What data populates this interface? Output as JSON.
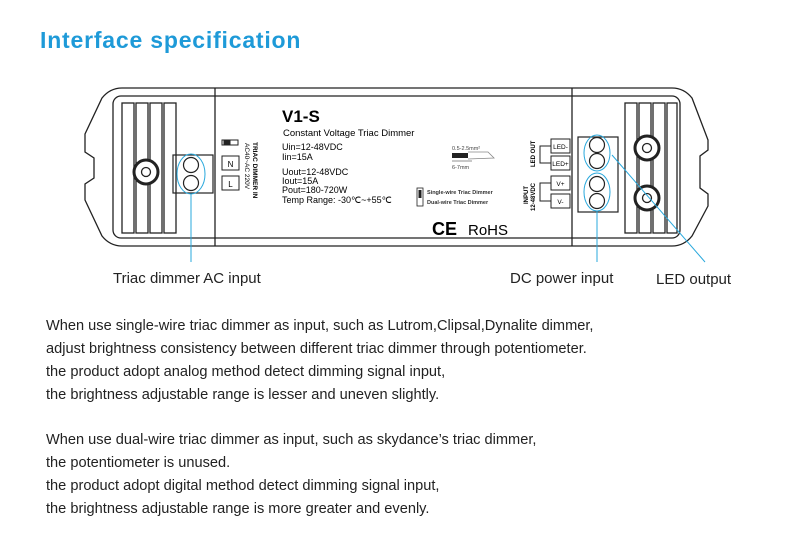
{
  "title": "Interface specification",
  "device": {
    "model": "V1-S",
    "subtitle": "Constant Voltage Triac Dimmer",
    "specs": [
      "Uin=12-48VDC",
      "Iin=15A",
      "Uout=12-48VDC",
      "Iout=15A",
      "Pout=180-720W",
      "Temp Range: -30℃~+55℃"
    ],
    "left_terminal_title": "TRIAC DIMMER IN",
    "left_terminal_range": "AC40~AC 220V",
    "left_pins": [
      "N",
      "L"
    ],
    "wire_gauge": "0.5-2.5mm²",
    "strip_length": "6-7mm",
    "switch_options": [
      "Single-wire Triac Dimmer",
      "Dual-wire Triac Dimmer"
    ],
    "cert": "RoHS",
    "ce": "CE",
    "led_out_label": "LED OUT",
    "input_label": "INPUT",
    "input_range": "12-48VDC",
    "right_pins": [
      "LED-",
      "LED+",
      "V+",
      "V-"
    ],
    "accent_color": "#29a8dc"
  },
  "callouts": {
    "triac_input": "Triac dimmer AC input",
    "dc_input": "DC power input",
    "led_output": "LED output"
  },
  "paragraphs": [
    [
      "When use single-wire triac dimmer as input, such as Lutrom,Clipsal,Dynalite dimmer,",
      "adjust brightness consistency between different triac dimmer through potentiometer.",
      "the product adopt analog method detect dimming signal input,",
      "the brightness adjustable range is lesser and uneven slightly."
    ],
    [
      "When use dual-wire triac dimmer as input, such as skydance’s triac dimmer,",
      "the potentiometer is unused.",
      "the product adopt digital method detect dimming signal input,",
      "the brightness adjustable range is more greater and evenly."
    ]
  ]
}
